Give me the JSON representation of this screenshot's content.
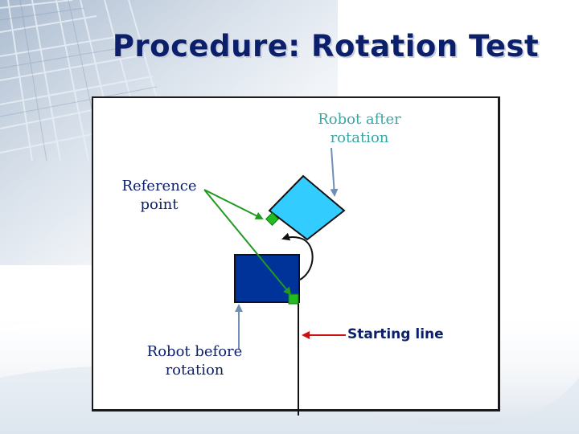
{
  "slide": {
    "title": "Procedure: Rotation Test"
  },
  "diagram": {
    "labels": {
      "robot_after_line1": "Robot after",
      "robot_after_line2": "rotation",
      "reference_line1": "Reference",
      "reference_line2": "point",
      "robot_before_line1": "Robot before",
      "robot_before_line2": "rotation",
      "starting_line": "Starting line"
    },
    "colors": {
      "robot_before": "#003399",
      "robot_after": "#33ccff",
      "reference_marker": "#22bb22",
      "arrows": "#6f8fb8",
      "reference_arrows": "#229922",
      "title": "#0b1f6b"
    }
  }
}
